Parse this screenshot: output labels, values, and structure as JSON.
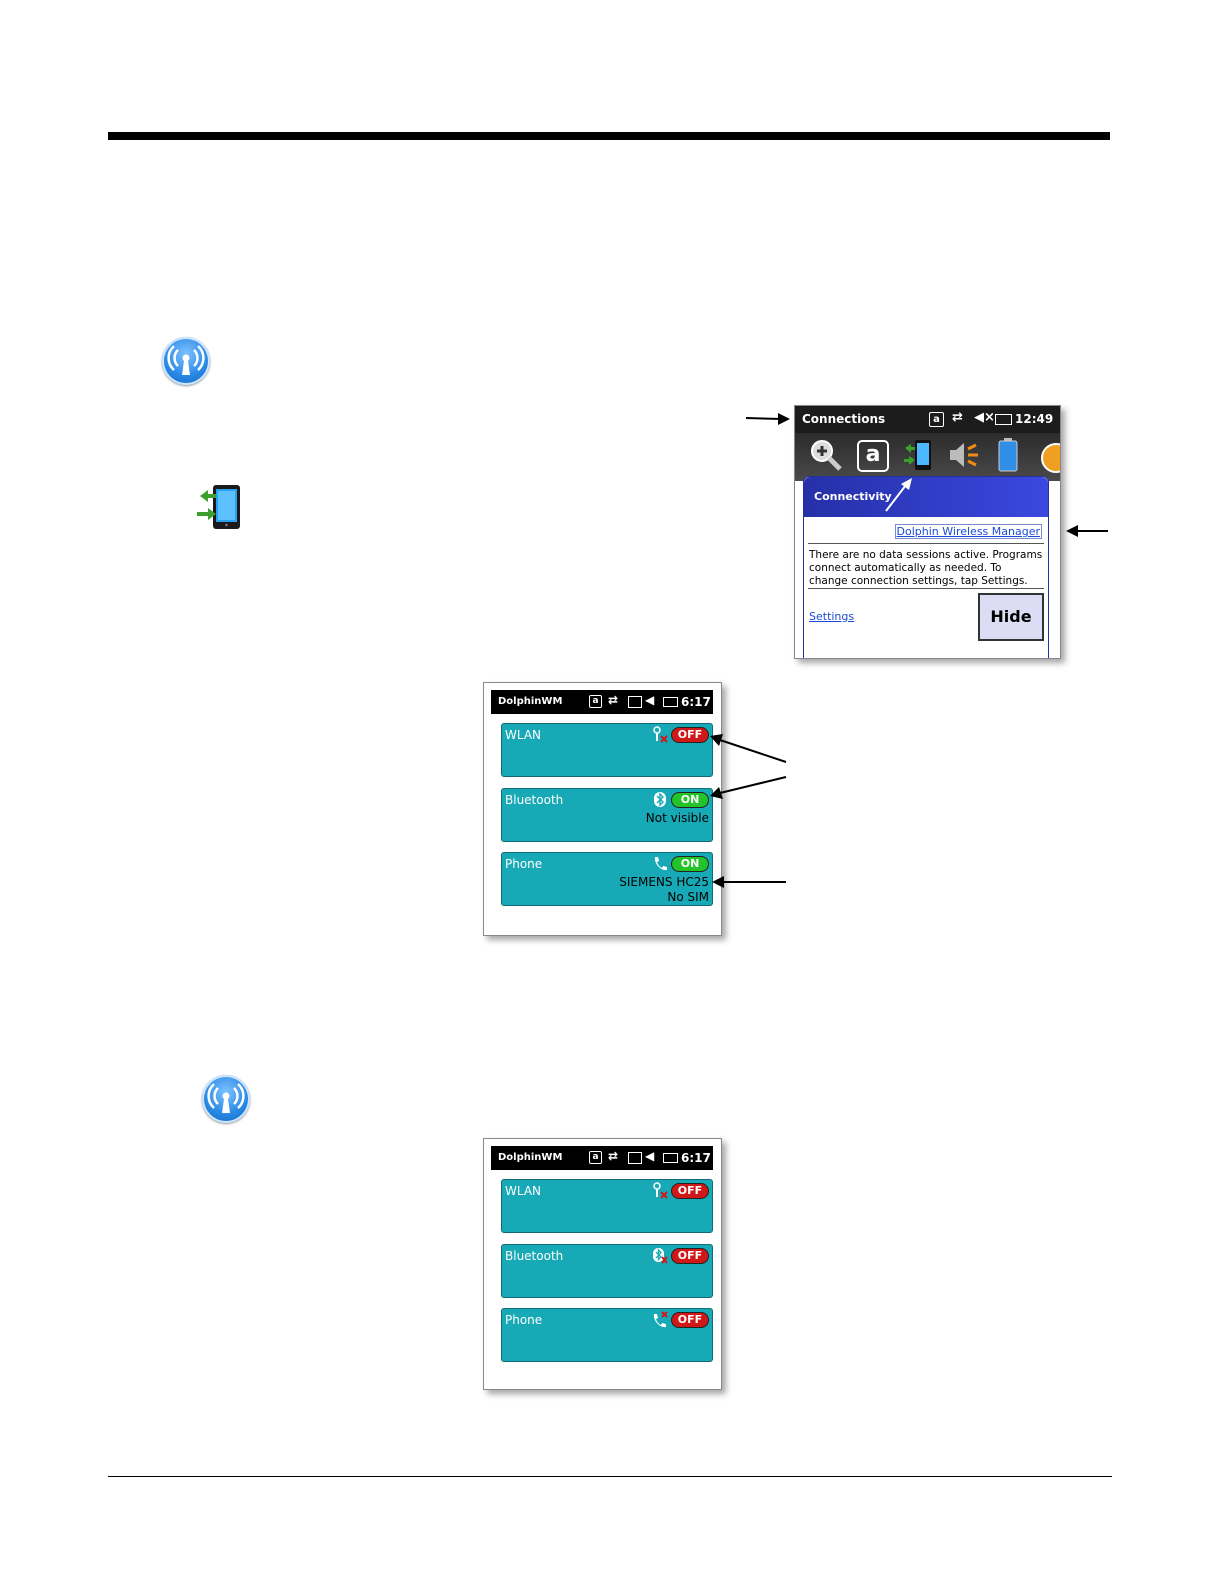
{
  "connections": {
    "title": "Connections",
    "time": "12:49",
    "panel_header": "Connectivity",
    "wireless_link": "Dolphin Wireless Manager",
    "message": "There are no data sessions active. Programs connect automatically as needed. To change connection settings, tap Settings.",
    "settings_link": "Settings",
    "hide_button": "Hide"
  },
  "screen1": {
    "app_title": "DolphinWM",
    "time": "6:17",
    "cards": [
      {
        "label": "WLAN",
        "state": "OFF",
        "line1": "",
        "line2": ""
      },
      {
        "label": "Bluetooth",
        "state": "ON",
        "line1": "Not visible",
        "line2": ""
      },
      {
        "label": "Phone",
        "state": "ON",
        "line1": "SIEMENS  HC25",
        "line2": "No SIM"
      }
    ]
  },
  "screen2": {
    "app_title": "DolphinWM",
    "time": "6:17",
    "cards": [
      {
        "label": "WLAN",
        "state": "OFF"
      },
      {
        "label": "Bluetooth",
        "state": "OFF"
      },
      {
        "label": "Phone",
        "state": "OFF"
      }
    ]
  },
  "colors": {
    "card": "#17a9b6",
    "on": "#22c42a",
    "off": "#d01818",
    "header_blue": "#2530a8"
  }
}
